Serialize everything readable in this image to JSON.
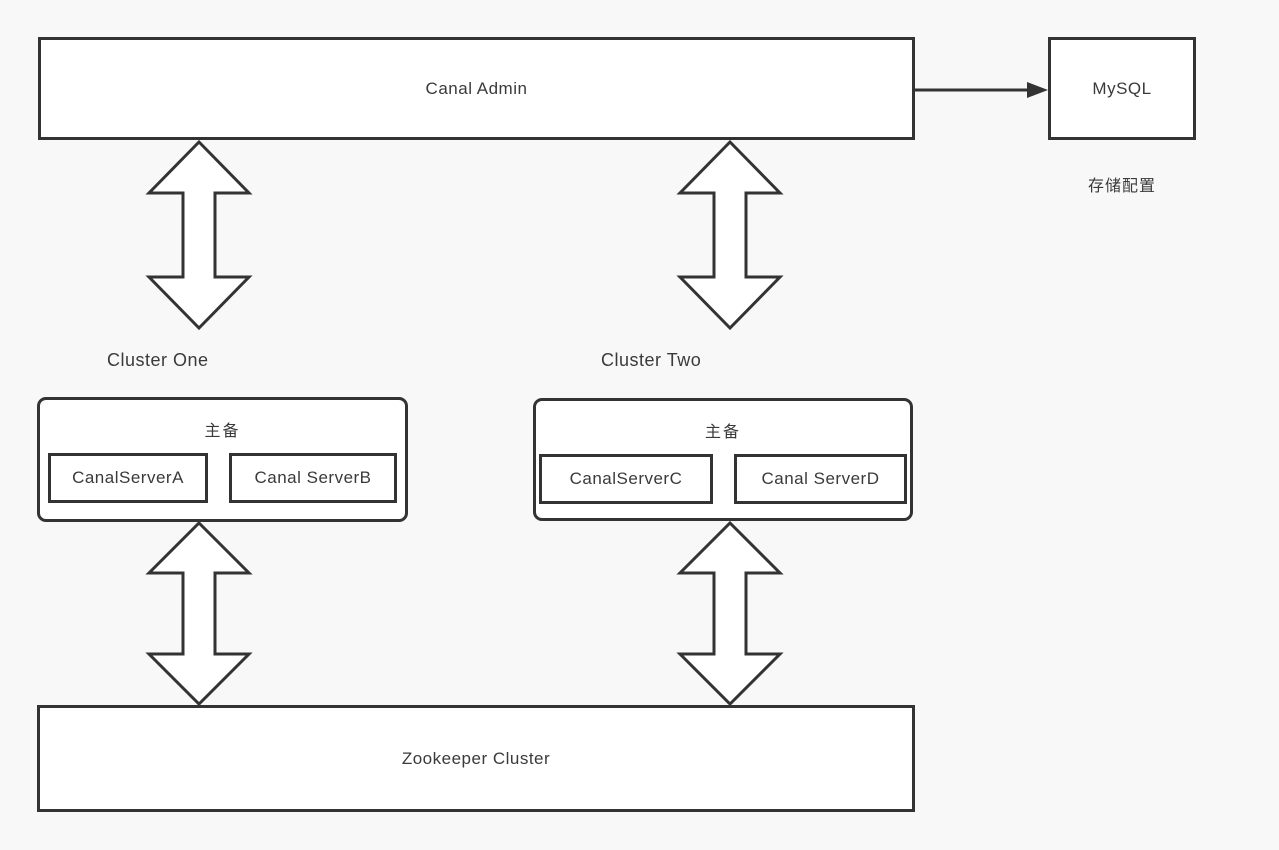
{
  "diagram": {
    "canal_admin": {
      "label": "Canal Admin"
    },
    "mysql": {
      "label": "MySQL",
      "caption": "存储配置"
    },
    "clusters": [
      {
        "name": "Cluster One",
        "mode": "主备",
        "servers": [
          "CanalServerA",
          "Canal ServerB"
        ]
      },
      {
        "name": "Cluster Two",
        "mode": "主备",
        "servers": [
          "CanalServerC",
          "Canal ServerD"
        ]
      }
    ],
    "zookeeper": {
      "label": "Zookeeper Cluster"
    },
    "connections": [
      "Canal Admin → MySQL",
      "Canal Admin ↔ Cluster One",
      "Canal Admin ↔ Cluster Two",
      "Cluster One ↔ Zookeeper Cluster",
      "Cluster Two ↔ Zookeeper Cluster"
    ]
  },
  "colors": {
    "background": "#f8f8f8",
    "box_fill": "#ffffff",
    "border": "#333333",
    "text": "#3a3a3a"
  }
}
